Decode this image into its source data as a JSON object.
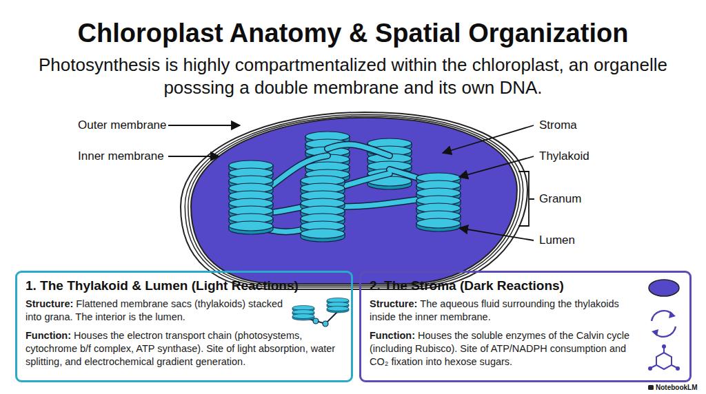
{
  "diagram": {
    "title": "Chloroplast Anatomy & Spatial Organization",
    "nodes": [
      {
        "text": [
          "1. The Thylakoid & Lumen (Light Reactions)",
          "Structure:",
          "Flattened membrane sacs (thylakoids) stacked into grana. The interior is the lumen.",
          "Function:",
          "Houses the electron transport chain (photosystems, cytochrome b/f complex, ATP synthase). Site of light absorption, water splitting, and electrochemical gradient generation."
        ]
      },
      {
        "text": [
          "2. The Stroma (Dark Reactions)",
          "Structure:",
          "The aqueous fluid surrounding the thylakoids inside the inner membrane.",
          "Function:",
          "Houses the soluble enzymes of the Calvin cycle (including Rubisco). Site of ATP/NADPH consumption and CO₂ fixation into hexose sugars."
        ]
      }
    ],
    "labels": [
      "Photosynthesis is highly compartmentalized within the chloroplast, an organelle posssing a double membrane and its own DNA.",
      "Outer membrane",
      "Inner membrane",
      "Stroma",
      "Thylakoid",
      "Granum",
      "Lumen",
      "NotebookLM"
    ]
  }
}
